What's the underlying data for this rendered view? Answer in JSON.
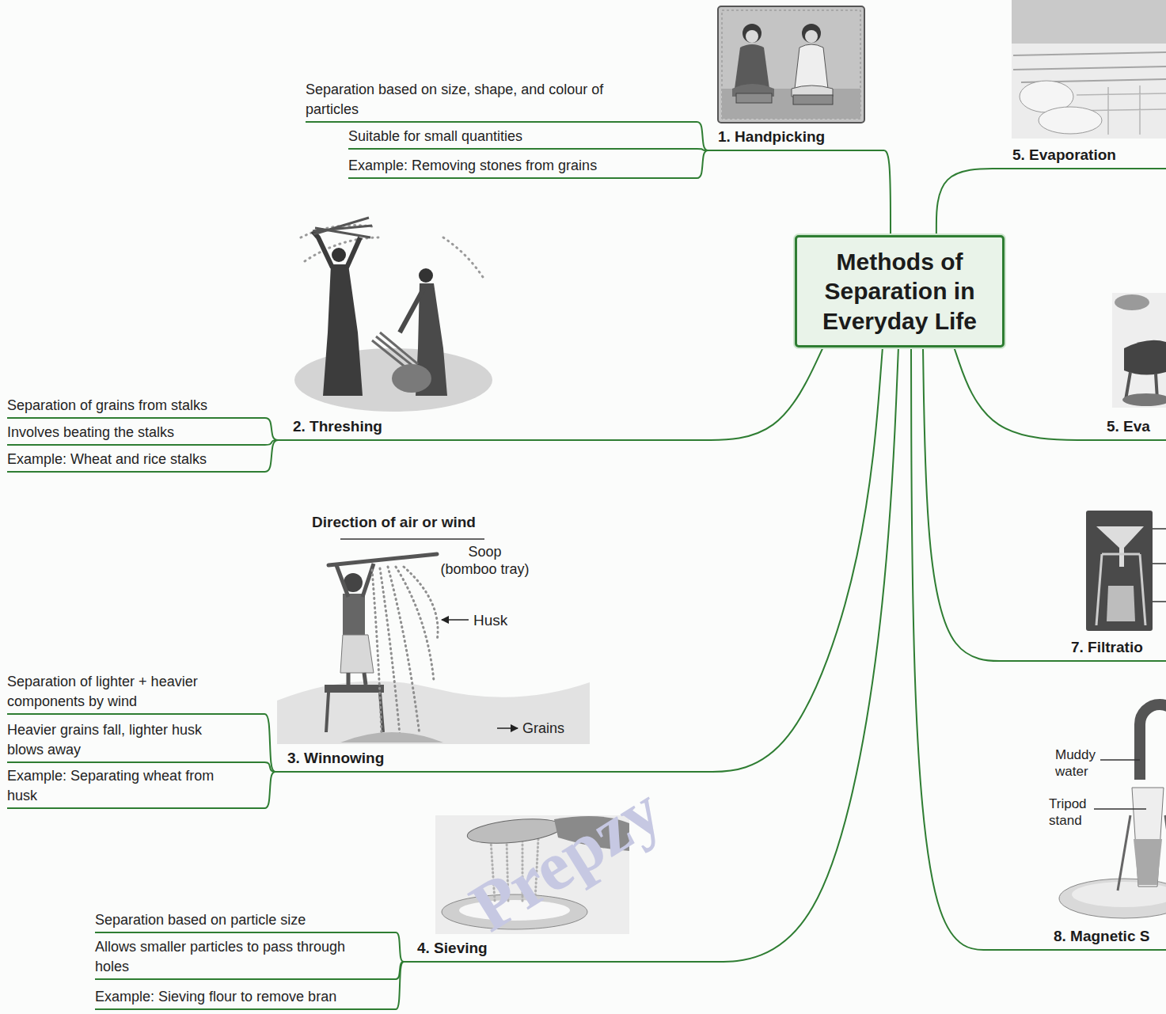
{
  "diagram": {
    "nodes": [
      {
        "text": [
          "Methods of Separation in Everyday Life"
        ]
      },
      {
        "text": [
          "1. Handpicking"
        ]
      },
      {
        "text": [
          "Separation based on size, shape, and colour of particles"
        ]
      },
      {
        "text": [
          "Suitable for small quantities"
        ]
      },
      {
        "text": [
          "Example: Removing stones from grains"
        ]
      },
      {
        "text": [
          "2. Threshing"
        ]
      },
      {
        "text": [
          "Separation of grains from stalks"
        ]
      },
      {
        "text": [
          "Involves beating the stalks"
        ]
      },
      {
        "text": [
          "Example: Wheat and rice stalks"
        ]
      },
      {
        "text": [
          "3. Winnowing"
        ]
      },
      {
        "text": [
          "Separation of lighter + heavier components by wind"
        ]
      },
      {
        "text": [
          "Heavier grains fall, lighter husk blows away"
        ]
      },
      {
        "text": [
          "Example: Separating wheat from husk"
        ]
      },
      {
        "text": [
          "4. Sieving"
        ]
      },
      {
        "text": [
          "Separation based on particle size"
        ]
      },
      {
        "text": [
          "Allows smaller particles to pass through holes"
        ]
      },
      {
        "text": [
          "Example: Sieving flour to remove bran"
        ]
      },
      {
        "text": [
          "5. Evaporation"
        ]
      },
      {
        "text": [
          "5. Eva"
        ]
      },
      {
        "text": [
          "7. Filtratio"
        ]
      },
      {
        "text": [
          "8. Magnetic S"
        ]
      }
    ],
    "edges": [
      {
        "from": 0,
        "to": 1,
        "arrow": "none"
      },
      {
        "from": 1,
        "to": 2,
        "arrow": "none"
      },
      {
        "from": 1,
        "to": 3,
        "arrow": "none"
      },
      {
        "from": 1,
        "to": 4,
        "arrow": "none"
      },
      {
        "from": 0,
        "to": 5,
        "arrow": "none"
      },
      {
        "from": 5,
        "to": 6,
        "arrow": "none"
      },
      {
        "from": 5,
        "to": 7,
        "arrow": "none"
      },
      {
        "from": 5,
        "to": 8,
        "arrow": "none"
      },
      {
        "from": 0,
        "to": 9,
        "arrow": "none"
      },
      {
        "from": 9,
        "to": 10,
        "arrow": "none"
      },
      {
        "from": 9,
        "to": 11,
        "arrow": "none"
      },
      {
        "from": 9,
        "to": 12,
        "arrow": "none"
      },
      {
        "from": 0,
        "to": 13,
        "arrow": "none"
      },
      {
        "from": 13,
        "to": 14,
        "arrow": "none"
      },
      {
        "from": 13,
        "to": 15,
        "arrow": "none"
      },
      {
        "from": 13,
        "to": 16,
        "arrow": "none"
      },
      {
        "from": 0,
        "to": 17,
        "arrow": "none"
      },
      {
        "from": 0,
        "to": 18,
        "arrow": "none"
      },
      {
        "from": 0,
        "to": 19,
        "arrow": "none"
      },
      {
        "from": 0,
        "to": 20,
        "arrow": "none"
      }
    ],
    "labels": [
      "Direction of air or wind",
      "Soop (bomboo tray)",
      "Husk",
      "Grains",
      "Muddy water",
      "Tripod stand",
      "Prepzy"
    ]
  }
}
